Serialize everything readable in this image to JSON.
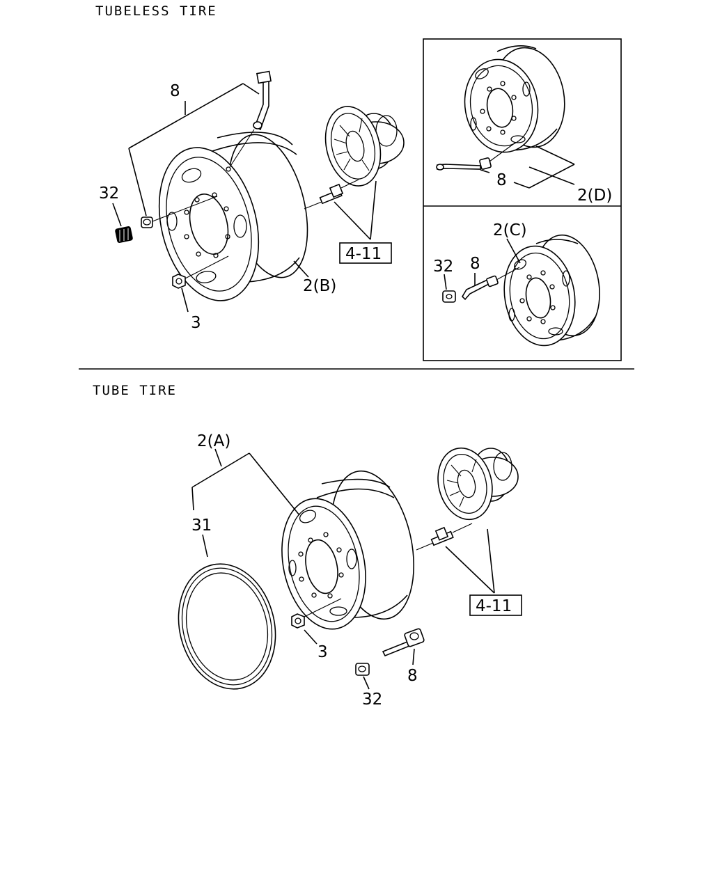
{
  "sections": {
    "tubeless_title": "TUBELESS TIRE",
    "tube_title": "TUBE TIRE"
  },
  "callouts": {
    "tubeless_main": {
      "valve": "8",
      "valve_cap": "32",
      "nut": "3",
      "wheel": "2(B)",
      "hub_ref": "4-11"
    },
    "inset_d": {
      "valve": "8",
      "wheel": "2(D)"
    },
    "inset_c": {
      "wheel": "2(C)",
      "valve_cap": "32",
      "valve": "8"
    },
    "tube": {
      "wheel": "2(A)",
      "flap": "31",
      "hub_ref": "4-11",
      "nut": "3",
      "valve": "8",
      "valve_cap": "32"
    }
  }
}
